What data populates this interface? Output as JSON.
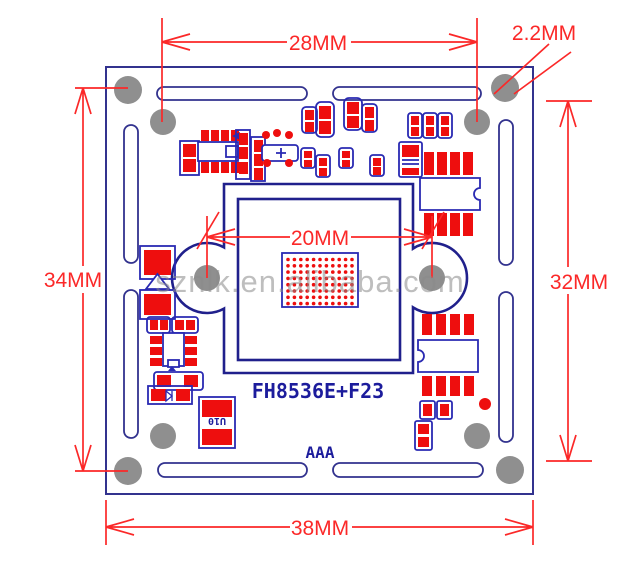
{
  "diagram": {
    "type": "pcb-dimension-drawing",
    "board_label": "FH8536E+F23",
    "bottom_label": "AAA",
    "component_ref": "U10",
    "watermark": "sznlk.en.alibaba.com",
    "dimensions": {
      "top_slot_spacing": "28MM",
      "hole_diameter": "2.2MM",
      "left_hole_spacing": "34MM",
      "right_hole_spacing": "32MM",
      "lens_hole_spacing": "20MM",
      "board_width": "38MM"
    },
    "colors": {
      "dimension": "#fb2828",
      "outline": "#32328e",
      "component": "#2a2ab2",
      "pad": "#ee0e0e",
      "hole": "#8f8f8f",
      "text": "#1c1c9c",
      "watermark": "#8a8a8a",
      "background": "#ffffff"
    }
  }
}
